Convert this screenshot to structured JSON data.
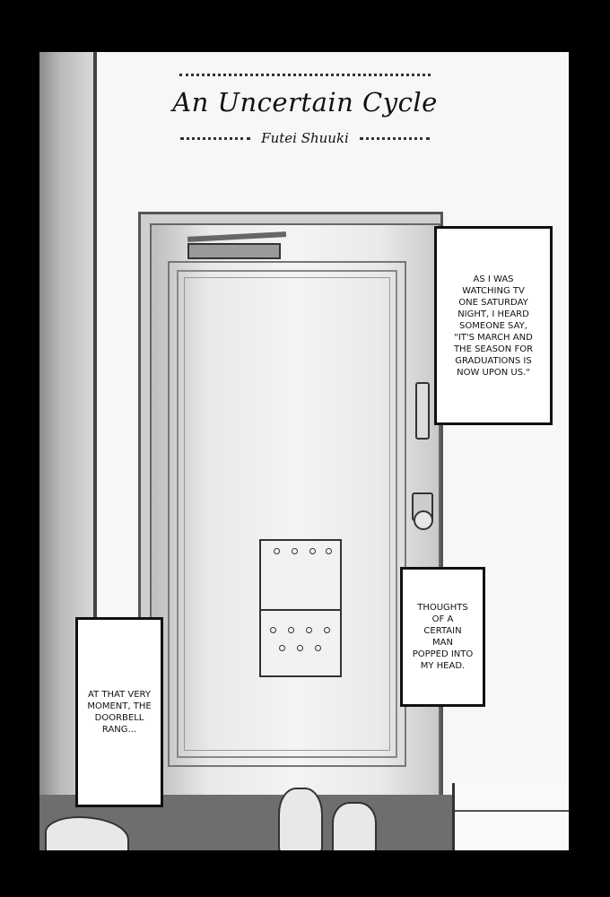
{
  "title": "An Uncertain Cycle",
  "subtitle": "Futei Shuuki",
  "captions": [
    "AS I WAS\nWATCHING TV\nONE SATURDAY\nNIGHT, I HEARD\nSOMEONE SAY,\n\"IT'S MARCH AND\nTHE SEASON FOR\nGRADUATIONS IS\nNOW UPON US.\"",
    "THOUGHTS\nOF A\nCERTAIN\nMAN\nPOPPED INTO\nMY HEAD.",
    "AT THAT VERY\nMOMENT, THE\nDOORBELL\nRANG..."
  ]
}
